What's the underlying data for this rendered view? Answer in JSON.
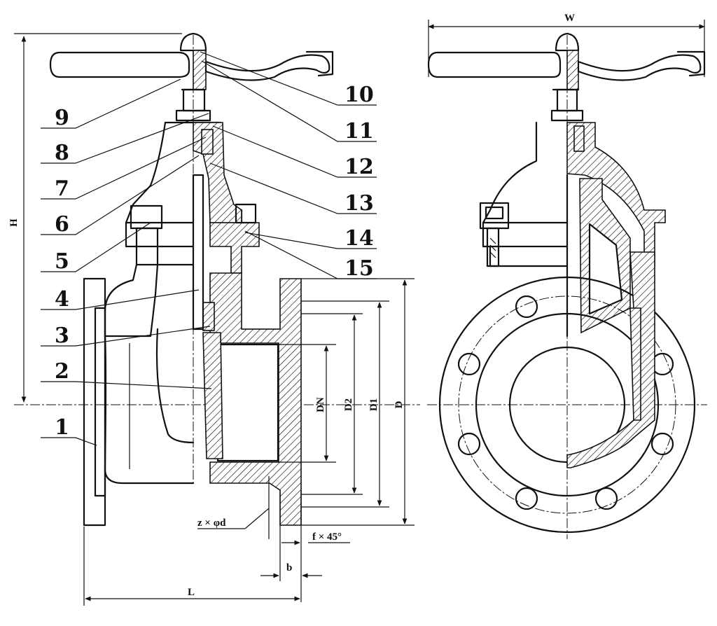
{
  "part_numbers": {
    "p1": "1",
    "p2": "2",
    "p3": "3",
    "p4": "4",
    "p5": "5",
    "p6": "6",
    "p7": "7",
    "p8": "8",
    "p9": "9",
    "p10": "10",
    "p11": "11",
    "p12": "12",
    "p13": "13",
    "p14": "14",
    "p15": "15"
  },
  "dimensions": {
    "overall_height": "H",
    "overall_width": "W",
    "length": "L",
    "nominal_diameter": "DN",
    "raised_face_diameter": "D2",
    "bolt_circle_diameter": "D1",
    "flange_diameter": "D",
    "bolt_holes": "z × φd",
    "chamfer": "f × 45°",
    "flange_thickness": "b"
  }
}
